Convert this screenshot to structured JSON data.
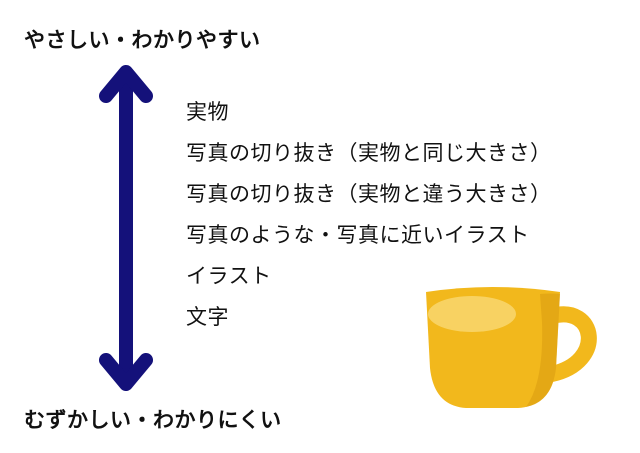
{
  "top_label": "やさしい・わかりやすい",
  "bottom_label": "むずかしい・わかりにくい",
  "levels": [
    "実物",
    "写真の切り抜き（実物と同じ大きさ）",
    "写真の切り抜き（実物と違う大きさ）",
    "写真のような・写真に近いイラスト",
    "イラスト",
    "文字"
  ],
  "colors": {
    "arrow": "#14117a",
    "mug_body": "#f2b81c",
    "mug_highlight": "#f8d262",
    "mug_shadow": "#d99a10",
    "text": "#111111"
  },
  "icons": {
    "arrow": "double-headed-vertical-arrow-icon",
    "mug": "yellow-mug-icon"
  }
}
